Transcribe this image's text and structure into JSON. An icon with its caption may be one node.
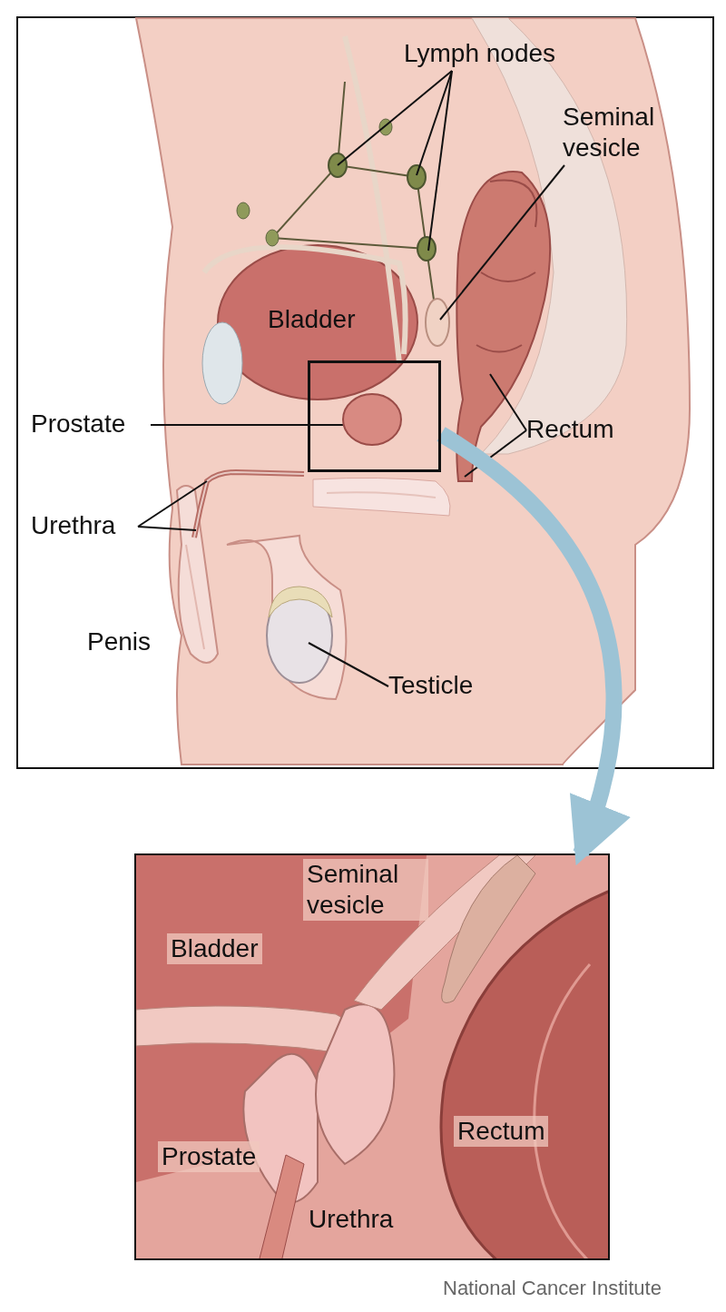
{
  "diagram": {
    "nodes": [
      {
        "text": [
          "Lymph nodes"
        ]
      },
      {
        "text": [
          "Seminal vesicle"
        ]
      },
      {
        "text": [
          "Prostate"
        ]
      },
      {
        "text": [
          "Rectum"
        ]
      },
      {
        "text": [
          "Urethra"
        ]
      },
      {
        "text": [
          "Testicle"
        ]
      },
      {
        "text": [],
        "shape": "box"
      },
      {
        "text": [],
        "shape": "picture"
      },
      {
        "text": [],
        "shape": "circle"
      },
      {
        "text": [],
        "shape": "circle"
      },
      {
        "text": [],
        "shape": "circle"
      },
      {
        "text": [],
        "shape": "circle"
      },
      {
        "text": [],
        "shape": "circle",
        "in": 6
      },
      {
        "text": [],
        "shape": "picture"
      },
      {
        "text": [],
        "shape": "picture"
      },
      {
        "text": [],
        "shape": "picture"
      }
    ],
    "edges": [
      {
        "from": 0,
        "to": 8,
        "arrow": "none"
      },
      {
        "from": 0,
        "to": 9,
        "arrow": "none"
      },
      {
        "from": 0,
        "to": 10,
        "arrow": "none"
      },
      {
        "from": 1,
        "to": 11,
        "arrow": "none"
      },
      {
        "from": 2,
        "to": 12,
        "arrow": "none"
      },
      {
        "from": 3,
        "to": 13,
        "arrow": "none"
      },
      {
        "from": 3,
        "to": 13,
        "arrow": "none"
      },
      {
        "from": 4,
        "to": 14,
        "arrow": "none"
      },
      {
        "from": 4,
        "to": 14,
        "arrow": "none"
      },
      {
        "from": 5,
        "to": 15,
        "arrow": "none"
      },
      {
        "from": 6,
        "to": 7,
        "arrow": "to",
        "style": "thick",
        "color": "#9cc3d5"
      }
    ],
    "labels": [
      "Bladder",
      "Penis",
      "Seminal vesicle",
      "Bladder",
      "Prostate",
      "Rectum",
      "Urethra",
      "National Cancer Institute"
    ]
  }
}
